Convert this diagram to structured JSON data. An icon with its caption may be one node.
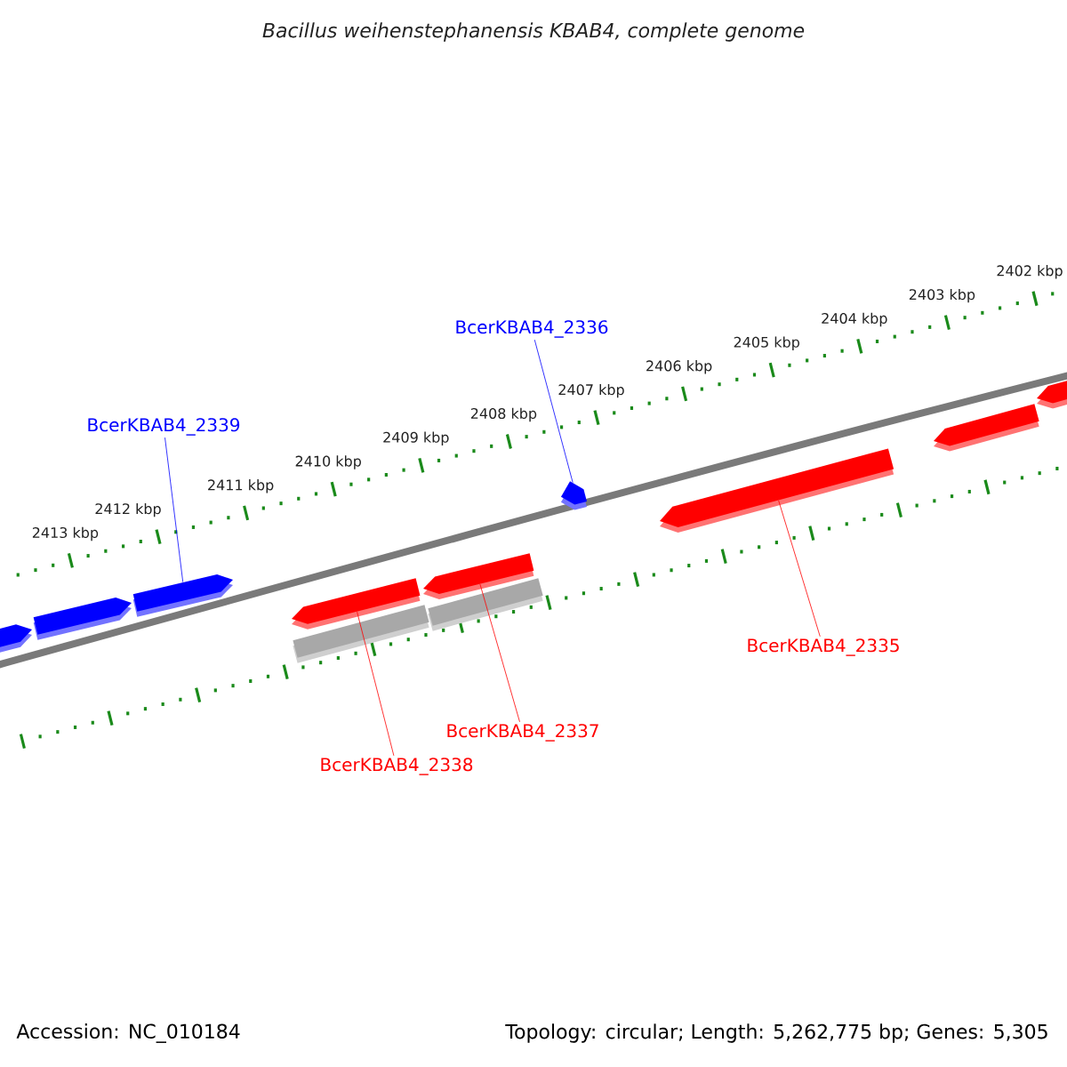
{
  "diagram": {
    "title": "Bacillus weihenstephanensis KBAB4, complete genome",
    "nodes": [
      {
        "text": [
          "BcerKBAB4_2336"
        ]
      },
      {
        "text": [
          "BcerKBAB4_2339"
        ]
      },
      {
        "text": [
          "BcerKBAB4_2335"
        ]
      },
      {
        "text": [
          "BcerKBAB4_2337"
        ]
      },
      {
        "text": [
          "BcerKBAB4_2338"
        ]
      },
      {
        "text": [],
        "shape": "pentagon"
      },
      {
        "text": [],
        "shape": "pentagon"
      },
      {
        "text": [],
        "shape": "pentagon"
      },
      {
        "text": [],
        "shape": "pentagon"
      },
      {
        "text": [],
        "shape": "bar"
      },
      {
        "text": [],
        "shape": "pentagon"
      },
      {
        "text": [],
        "shape": "bar"
      },
      {
        "text": [],
        "shape": "pentagon"
      },
      {
        "text": [],
        "shape": "pentagon"
      },
      {
        "text": [],
        "shape": "pentagon"
      },
      {
        "text": [],
        "shape": "pentagon"
      }
    ],
    "edges": [
      {
        "from": 0,
        "to": 12,
        "arrow": "none",
        "color": "#0000ff"
      },
      {
        "from": 1,
        "to": 7,
        "arrow": "none",
        "color": "#0000ff"
      },
      {
        "from": 2,
        "to": 13,
        "arrow": "none"
      },
      {
        "from": 3,
        "to": 10,
        "arrow": "none"
      },
      {
        "from": 4,
        "to": 8,
        "arrow": "none"
      }
    ],
    "labels": [
      "2402 kbp",
      "2403 kbp",
      "2404 kbp",
      "2405 kbp",
      "2406 kbp",
      "2407 kbp",
      "2408 kbp",
      "2409 kbp",
      "2410 kbp",
      "2411 kbp",
      "2412 kbp",
      "2413 kbp",
      "Accession: NC_010184",
      "Topology: circular; Length: 5,262,775 bp; Genes: 5,305"
    ]
  }
}
